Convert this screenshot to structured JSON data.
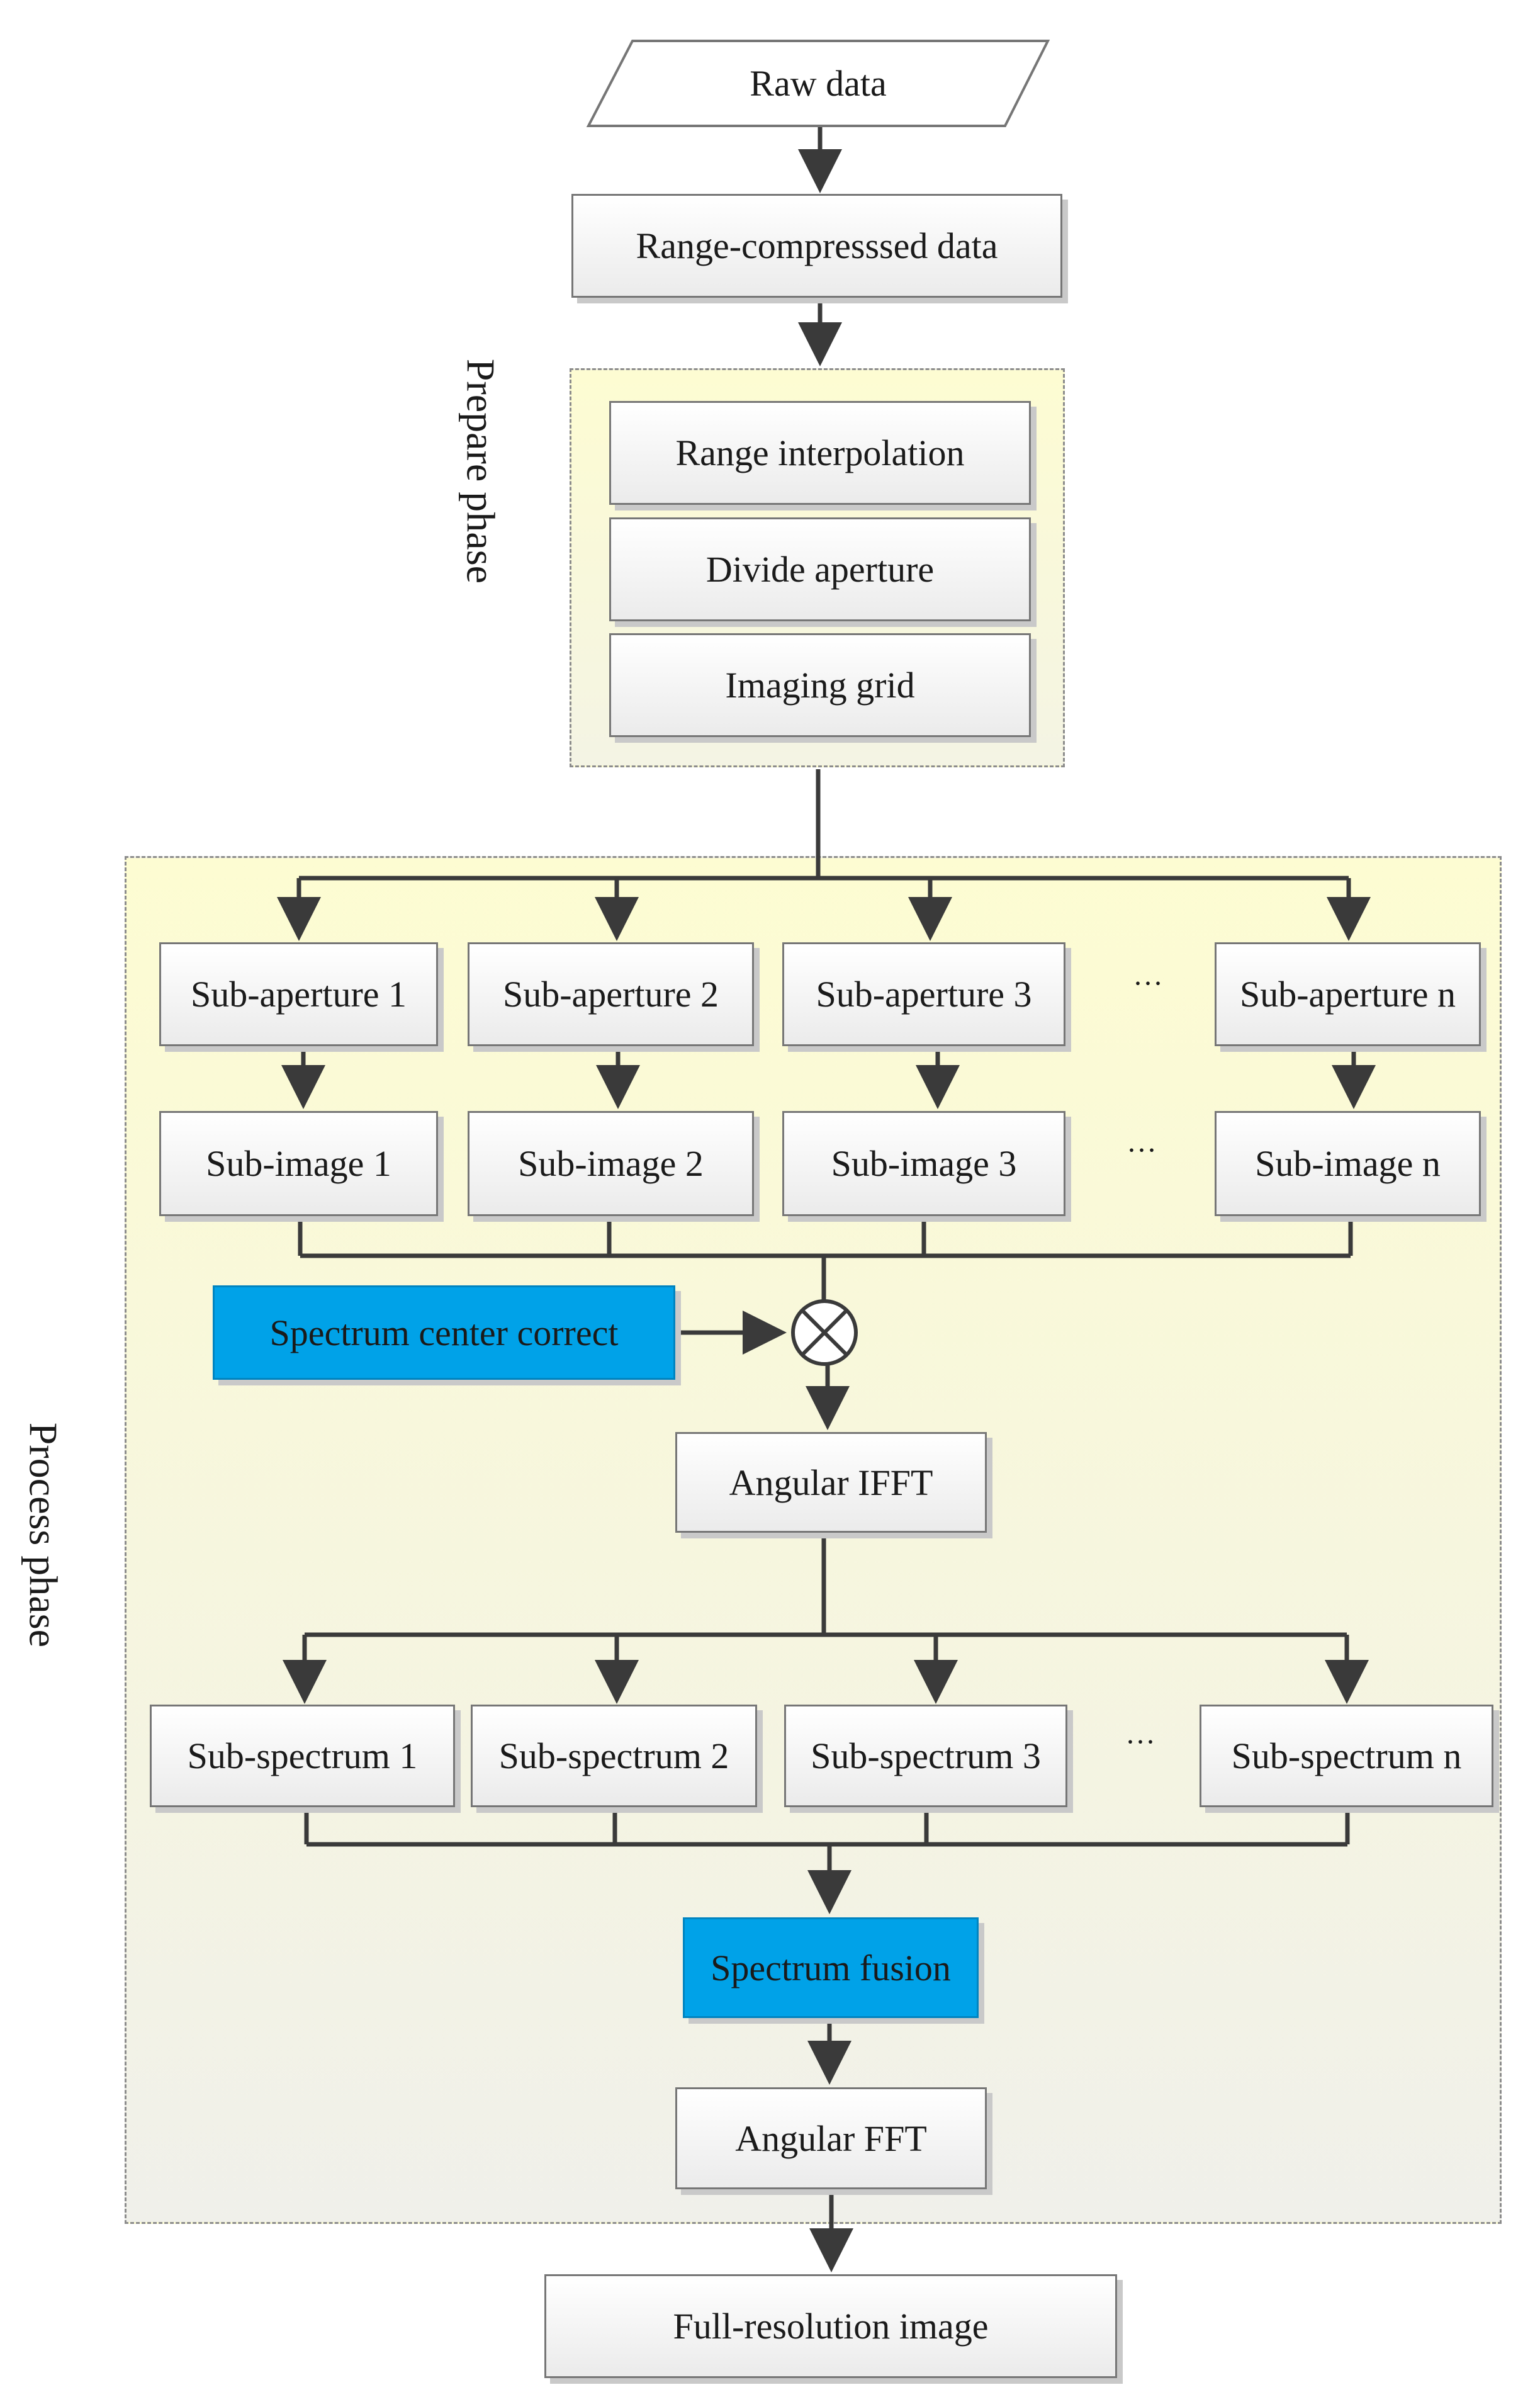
{
  "input": {
    "label": "Raw data"
  },
  "range_compressed": {
    "label": "Range-compresssed data"
  },
  "prepare_phase": {
    "label": "Prepare phase",
    "steps": [
      "Range interpolation",
      "Divide aperture",
      "Imaging grid"
    ]
  },
  "process_phase": {
    "label": "Process phase",
    "sub_apertures": [
      "Sub-aperture 1",
      "Sub-aperture 2",
      "Sub-aperture 3",
      "Sub-aperture n"
    ],
    "sub_images": [
      "Sub-image 1",
      "Sub-image 2",
      "Sub-image 3",
      "Sub-image n"
    ],
    "ellipsis": "···",
    "spectrum_center_correct": "Spectrum center correct",
    "multiply_symbol": "⊗",
    "angular_ifft": "Angular IFFT",
    "sub_spectra": [
      "Sub-spectrum 1",
      "Sub-spectrum 2",
      "Sub-spectrum 3",
      "Sub-spectrum n"
    ],
    "spectrum_fusion": "Spectrum fusion",
    "angular_fft": "Angular FFT"
  },
  "output": {
    "label": "Full-resolution image"
  },
  "colors": {
    "highlight": "#00a2e8",
    "line": "#3a3a3a",
    "panel_top": "#fdfcd2"
  }
}
